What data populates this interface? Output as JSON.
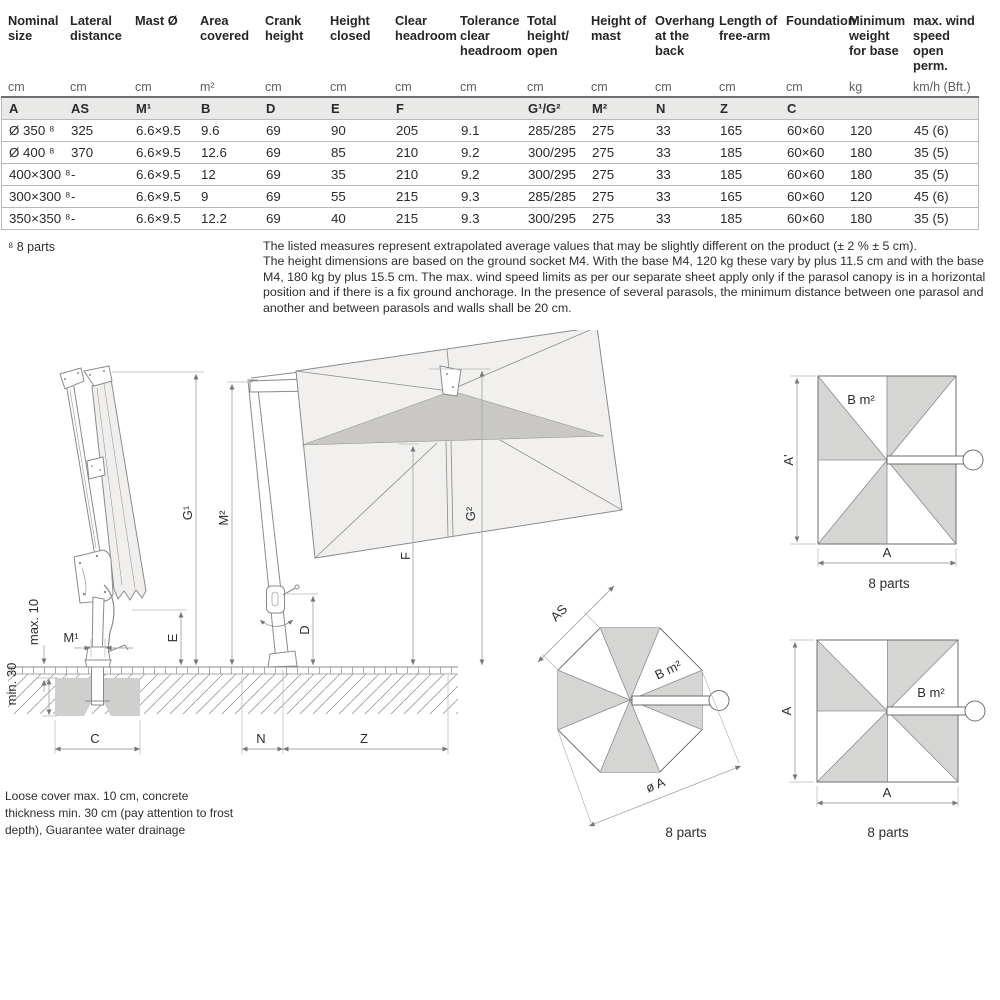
{
  "table": {
    "columns": [
      {
        "label": "Nominal size",
        "unit": "cm",
        "symbol": "A"
      },
      {
        "label": "Lateral distance",
        "unit": "cm",
        "symbol": "AS"
      },
      {
        "label": "Mast Ø",
        "unit": "cm",
        "symbol": "M¹"
      },
      {
        "label": "Area covered",
        "unit": "m²",
        "symbol": "B"
      },
      {
        "label": "Crank height",
        "unit": "cm",
        "symbol": "D"
      },
      {
        "label": "Height closed",
        "unit": "cm",
        "symbol": "E"
      },
      {
        "label": "Clear headroom",
        "unit": "cm",
        "symbol": "F"
      },
      {
        "label": "Tolerance clear headroom",
        "unit": "cm",
        "symbol": ""
      },
      {
        "label": "Total height/ open",
        "unit": "cm",
        "symbol": "G¹/G²"
      },
      {
        "label": "Height of mast",
        "unit": "cm",
        "symbol": "M²"
      },
      {
        "label": "Overhang at the back",
        "unit": "cm",
        "symbol": "N"
      },
      {
        "label": "Length of free-arm",
        "unit": "cm",
        "symbol": "Z"
      },
      {
        "label": "Foundation",
        "unit": "cm",
        "symbol": "C"
      },
      {
        "label": "Minimum weight for base",
        "unit": "kg",
        "symbol": ""
      },
      {
        "label": "max. wind speed open perm.",
        "unit": "km/h (Bft.)",
        "symbol": ""
      }
    ],
    "rows": [
      [
        "Ø 350 ⁸",
        "325",
        "6.6×9.5",
        "9.6",
        "69",
        "90",
        "205",
        "9.1",
        "285/285",
        "275",
        "33",
        "165",
        "60×60",
        "120",
        "45 (6)"
      ],
      [
        "Ø 400 ⁸",
        "370",
        "6.6×9.5",
        "12.6",
        "69",
        "85",
        "210",
        "9.2",
        "300/295",
        "275",
        "33",
        "185",
        "60×60",
        "180",
        "35 (5)"
      ],
      [
        "400×300 ⁸",
        "-",
        "6.6×9.5",
        "12",
        "69",
        "35",
        "210",
        "9.2",
        "300/295",
        "275",
        "33",
        "185",
        "60×60",
        "180",
        "35 (5)"
      ],
      [
        "300×300 ⁸",
        "-",
        "6.6×9.5",
        "9",
        "69",
        "55",
        "215",
        "9.3",
        "285/285",
        "275",
        "33",
        "165",
        "60×60",
        "120",
        "45 (6)"
      ],
      [
        "350×350 ⁸",
        "-",
        "6.6×9.5",
        "12.2",
        "69",
        "40",
        "215",
        "9.3",
        "300/295",
        "275",
        "33",
        "185",
        "60×60",
        "180",
        "35 (5)"
      ]
    ]
  },
  "footnote": "⁸ 8 parts",
  "notes": {
    "p1": "The listed measures represent extrapolated average values that may be slightly different on the product (± 2 % ± 5 cm).",
    "p2": "The height dimensions are based on the ground socket M4. With the base M4, 120 kg these vary by plus 11.5 cm and with the base M4, 180 kg by plus 15.5 cm. The max. wind speed limits as per our separate sheet apply only if the parasol canopy is in a horizontal position and if there is a fix ground anchorage. In the presence of several parasols, the minimum distance between one parasol and another and between parasols and walls shall be 20 cm."
  },
  "ground_note": "Loose cover max. 10 cm, concrete thickness min. 30 cm (pay attention to frost depth), Guarantee water drainage",
  "diagram": {
    "dims": {
      "g1": "G¹",
      "m2": "M²",
      "e": "E",
      "d": "D",
      "f": "F",
      "g2": "G²",
      "m1": "M¹",
      "max10": "max. 10",
      "min30": "min. 30",
      "c": "C",
      "n": "N",
      "z": "Z"
    },
    "square_top": {
      "area": "B m²",
      "side_left": "A'",
      "side_bottom": "A",
      "caption": "8 parts"
    },
    "octagon": {
      "area": "B m²",
      "lateral": "AS",
      "diameter": "ø A",
      "caption": "8 parts"
    },
    "square_bottom": {
      "area": "B m²",
      "side_left": "A",
      "side_bottom": "A",
      "caption": "8 parts"
    },
    "colors": {
      "segment_gray": "#d5d5d3",
      "canopy_fill": "#f1f0ee",
      "canopy_face": "#c9c8c5",
      "concrete": "#cfcfcd",
      "outline": "#6e6e6e",
      "dim_line": "#a8a8a8",
      "table_line": "#b9b9b9",
      "symbol_row_bg": "#e9e9e7"
    }
  }
}
